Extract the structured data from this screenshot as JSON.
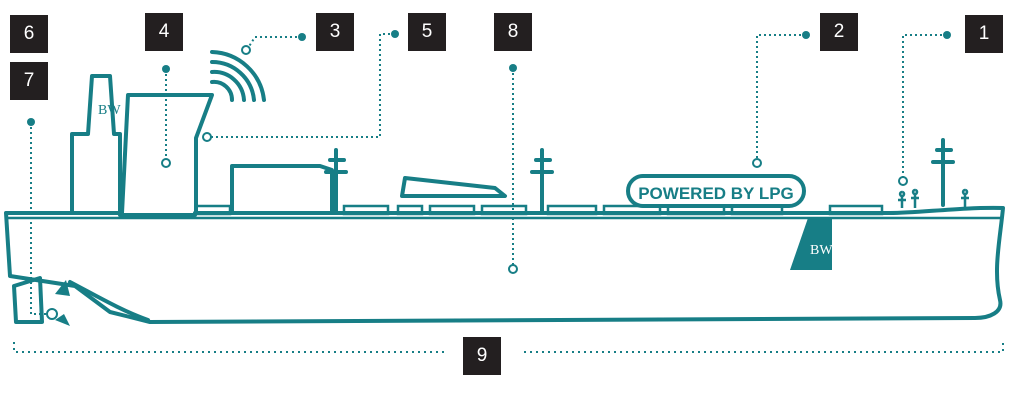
{
  "callouts": [
    {
      "number": "1"
    },
    {
      "number": "2"
    },
    {
      "number": "3"
    },
    {
      "number": "4"
    },
    {
      "number": "5"
    },
    {
      "number": "6"
    },
    {
      "number": "7"
    },
    {
      "number": "8"
    },
    {
      "number": "9"
    }
  ],
  "banner_text": "POWERED BY LPG",
  "logo_text": "BW",
  "colors": {
    "ship": "#177e86",
    "callout_bg": "#231f20",
    "callout_text": "#ffffff",
    "background": "#ffffff"
  }
}
